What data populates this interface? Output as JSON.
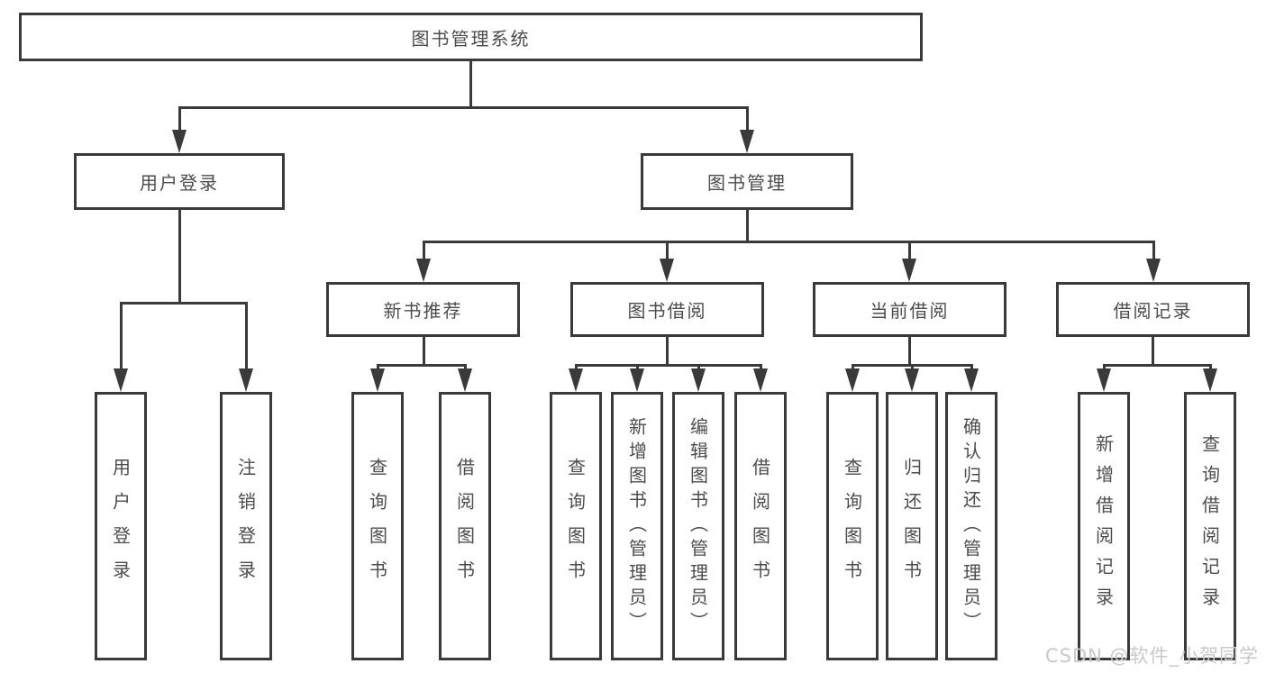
{
  "diagram": {
    "root": {
      "label": "图书管理系统"
    },
    "level2": [
      {
        "label": "用户登录"
      },
      {
        "label": "图书管理"
      }
    ],
    "level3": [
      {
        "label": "新书推荐"
      },
      {
        "label": "图书借阅"
      },
      {
        "label": "当前借阅"
      },
      {
        "label": "借阅记录"
      }
    ],
    "leaves": [
      {
        "label": "用户登录"
      },
      {
        "label": "注销登录"
      },
      {
        "label": "查询图书"
      },
      {
        "label": "借阅图书"
      },
      {
        "label": "查询图书"
      },
      {
        "label": "新增图书（管理员）"
      },
      {
        "label": "编辑图书（管理员）"
      },
      {
        "label": "借阅图书"
      },
      {
        "label": "查询图书"
      },
      {
        "label": "归还图书"
      },
      {
        "label": "确认归还（管理员）"
      },
      {
        "label": "新增借阅记录"
      },
      {
        "label": "查询借阅记录"
      }
    ]
  },
  "watermark": {
    "text": "CSDN @软件_小贺同学"
  },
  "colors": {
    "line": "#3a3a3a",
    "text": "#4c4c4c",
    "watermark": "#c9c9c9",
    "background": "#ffffff"
  }
}
